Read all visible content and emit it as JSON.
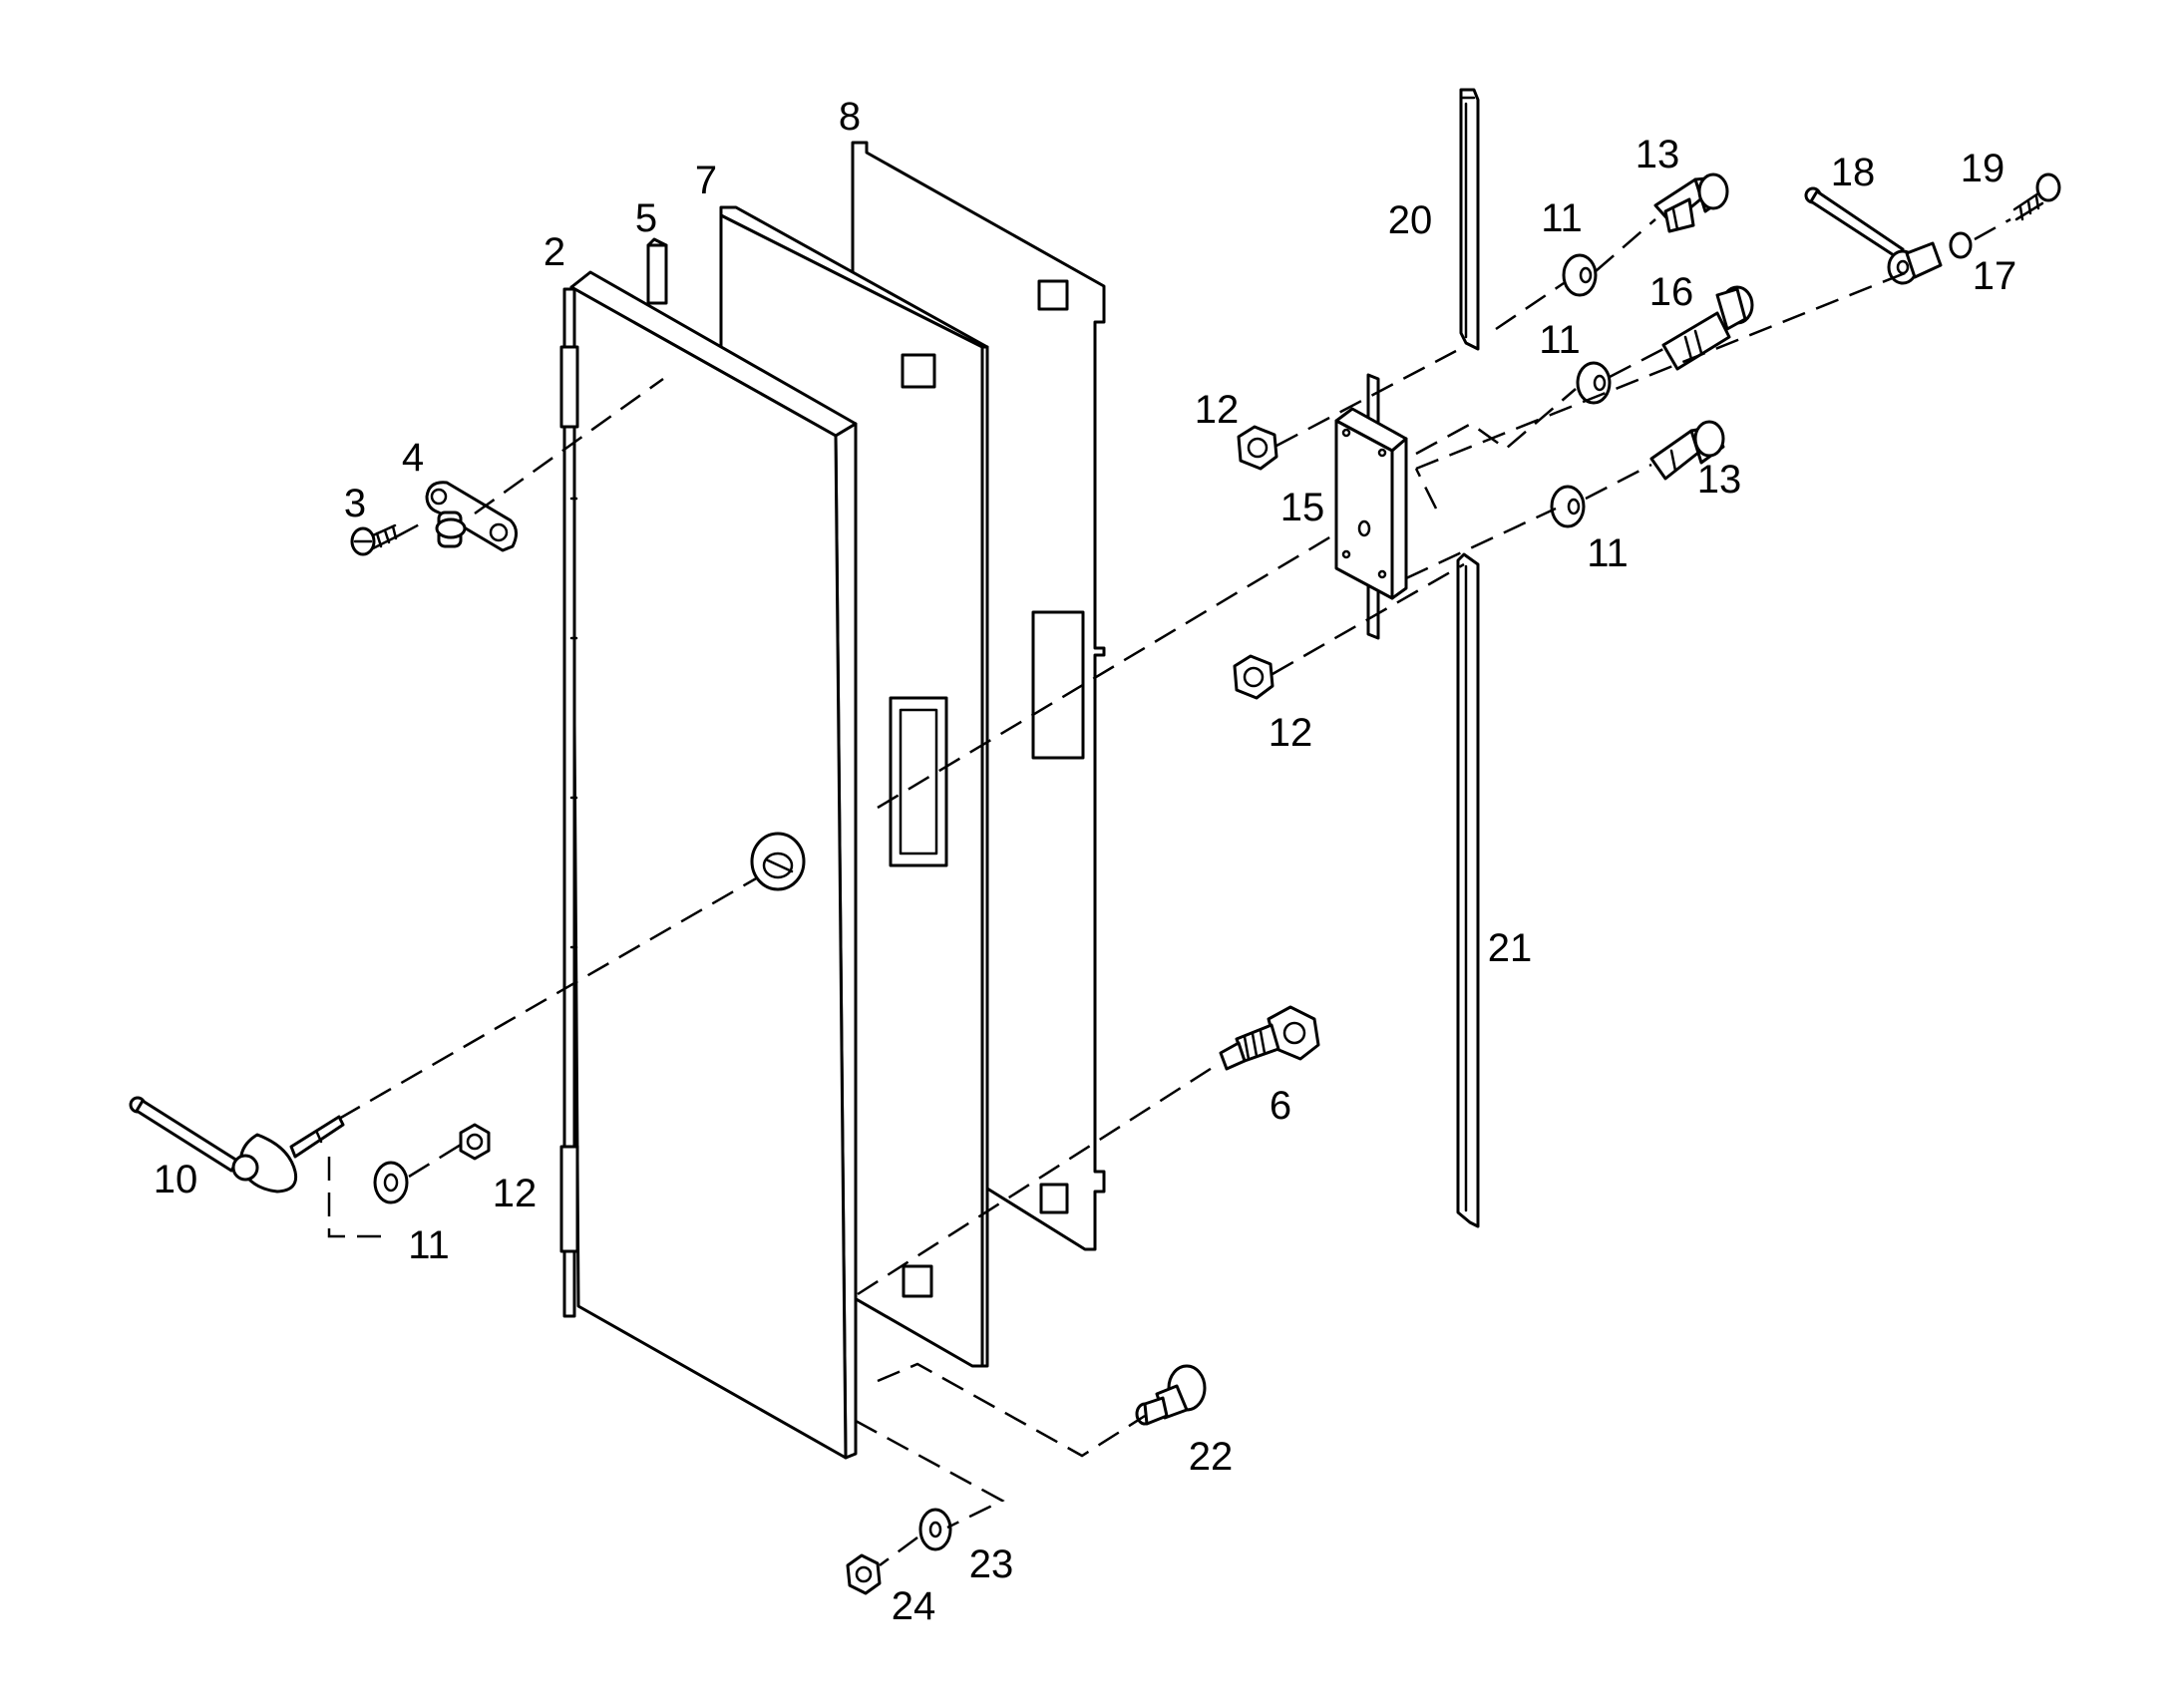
{
  "callouts": {
    "c2": "2",
    "c3": "3",
    "c4": "4",
    "c5": "5",
    "c6": "6",
    "c7": "7",
    "c8": "8",
    "c10": "10",
    "c11a": "11",
    "c11b": "11",
    "c11c": "11",
    "c11d": "11",
    "c12a": "12",
    "c12b": "12",
    "c12c": "12",
    "c13a": "13",
    "c13b": "13",
    "c15": "15",
    "c16": "16",
    "c17": "17",
    "c18": "18",
    "c19": "19",
    "c20": "20",
    "c21": "21",
    "c22": "22",
    "c23": "23",
    "c24": "24"
  },
  "colors": {
    "line": "#000000",
    "background": "#ffffff"
  }
}
